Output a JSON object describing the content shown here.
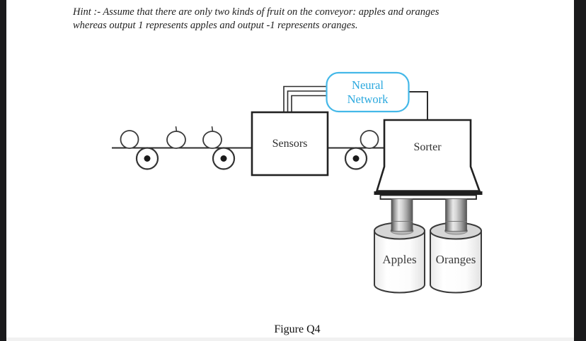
{
  "page": {
    "hint_line1": "Hint :- Assume that there are only two kinds of fruit on the conveyor: apples and oranges",
    "hint_line2": "whereas output 1 represents apples and output -1 represents oranges.",
    "caption": "Figure Q4"
  },
  "diagram": {
    "neural_network": {
      "line1": "Neural",
      "line2": "Network"
    },
    "sensors_label": "Sensors",
    "sorter_label": "Sorter",
    "apples_bin_label": "Apples",
    "oranges_bin_label": "Oranges",
    "conveyor_items_left_to_right": [
      "orange",
      "apple",
      "apple",
      "orange"
    ],
    "outputs": {
      "apples": "1",
      "oranges": "-1"
    }
  },
  "colors": {
    "accent_cyan_border": "#44b8e8",
    "accent_cyan_text": "#2aa8de",
    "line": "#2d2d2d",
    "page_background": "#ffffff",
    "frame_background": "#1a1a1c"
  }
}
